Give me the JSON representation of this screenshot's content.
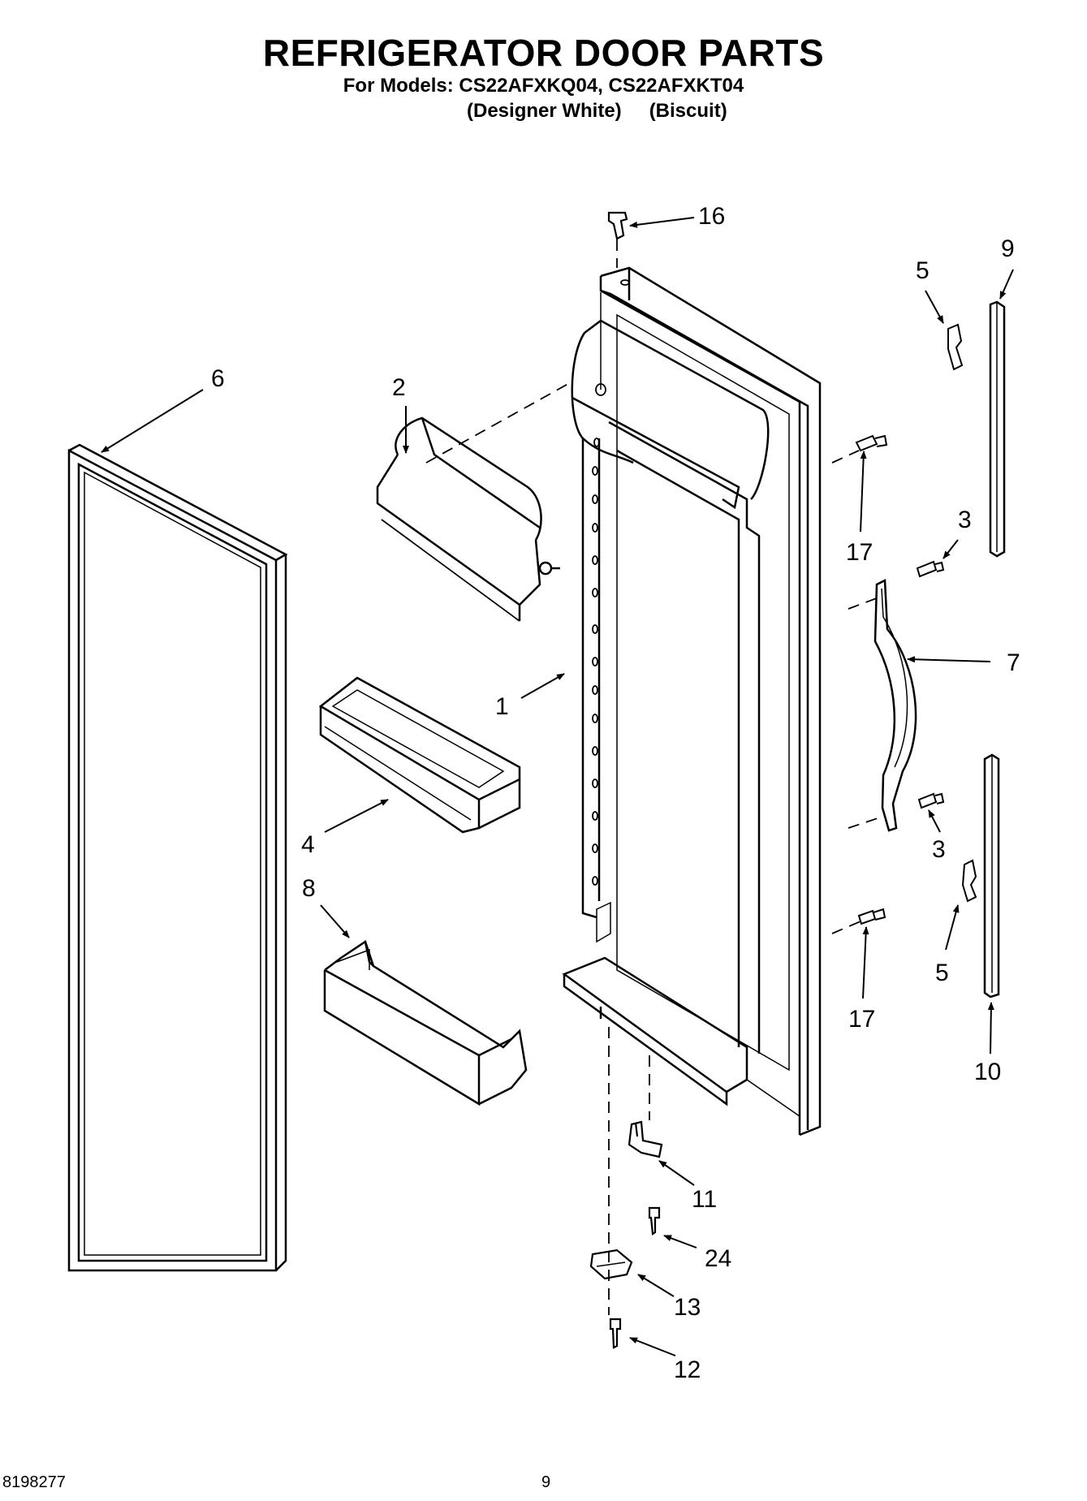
{
  "header": {
    "title": "REFRIGERATOR DOOR PARTS",
    "models_line": "For Models: CS22AFXKQ04, CS22AFXKT04",
    "variant_1": "(Designer White)",
    "variant_2": "(Biscuit)"
  },
  "callouts": {
    "p1": "1",
    "p2": "2",
    "p3a": "3",
    "p3b": "3",
    "p4": "4",
    "p5a": "5",
    "p5b": "5",
    "p6": "6",
    "p7": "7",
    "p8": "8",
    "p9": "9",
    "p10": "10",
    "p11": "11",
    "p12": "12",
    "p13": "13",
    "p16": "16",
    "p17a": "17",
    "p17b": "17",
    "p24": "24"
  },
  "footer": {
    "doc_number": "8198277",
    "page_number": "9"
  }
}
